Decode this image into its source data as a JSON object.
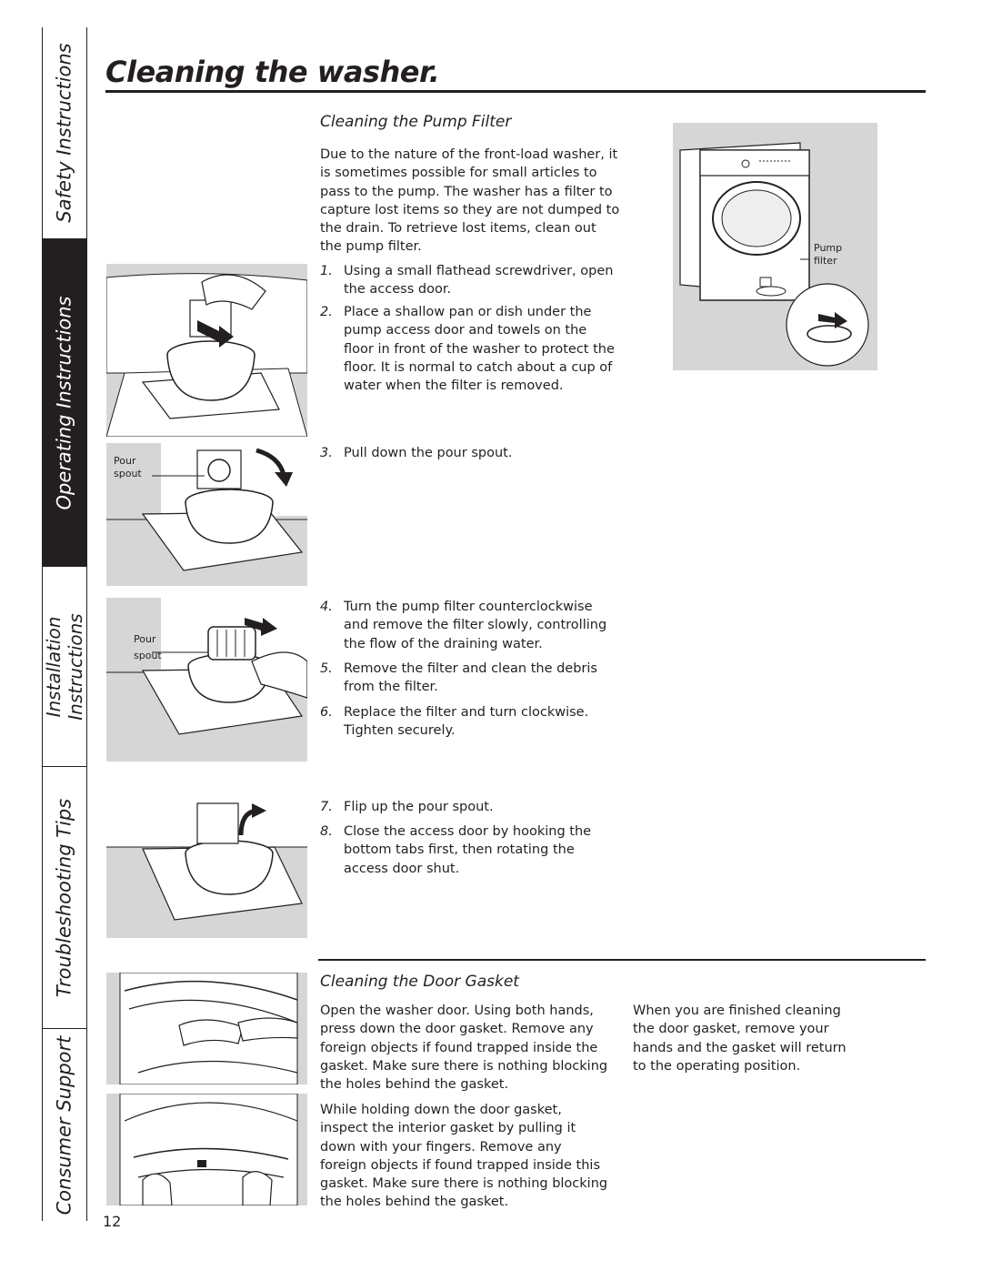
{
  "sidebar": {
    "tabs": [
      {
        "label": "Safety Instructions",
        "active": false
      },
      {
        "label": "Operating Instructions",
        "active": true
      },
      {
        "label": "Installation Instructions",
        "active": false
      },
      {
        "label": "Troubleshooting Tips",
        "active": false
      },
      {
        "label": "Consumer Support",
        "active": false
      }
    ]
  },
  "page": {
    "title": "Cleaning the washer.",
    "number": "12"
  },
  "pump_filter": {
    "heading": "Cleaning the Pump Filter",
    "intro": "Due to the nature of the front-load washer, it is sometimes possible for small articles to pass to the pump. The washer has a filter to capture lost items so they are not dumped to the drain. To retrieve lost items, clean out the pump filter.",
    "steps": [
      {
        "n": "1.",
        "text": "Using a small flathead screwdriver, open the access door."
      },
      {
        "n": "2.",
        "text": "Place a shallow pan or dish under the pump access door and towels on the floor in front of the washer to protect the floor. It is normal to catch about a cup of water when the filter is removed."
      },
      {
        "n": "3.",
        "text": "Pull down the pour spout."
      },
      {
        "n": "4.",
        "text": "Turn the pump filter counterclockwise and remove the filter slowly, controlling the flow of the draining water."
      },
      {
        "n": "5.",
        "text": "Remove the filter and clean the debris from the filter."
      },
      {
        "n": "6.",
        "text": "Replace the filter and turn clockwise. Tighten securely."
      },
      {
        "n": "7.",
        "text": "Flip up the pour spout."
      },
      {
        "n": "8.",
        "text": "Close the access door by hooking the bottom tabs first, then rotating the access door shut."
      }
    ],
    "labels": {
      "pour": "Pour",
      "spout": "spout",
      "pump": "Pump",
      "filter": "filter"
    }
  },
  "door_gasket": {
    "heading": "Cleaning the Door Gasket",
    "para1": "Open the washer door. Using both hands, press down the door gasket. Remove any foreign objects if found trapped inside the gasket. Make sure there is nothing blocking the holes behind the gasket.",
    "para2": "While holding down the door gasket, inspect the interior gasket by pulling it down with your fingers. Remove any foreign objects if found trapped inside this gasket. Make sure there is nothing blocking the holes behind the gasket.",
    "para3": "When you are finished cleaning the door gasket, remove your hands and the gasket will return to the operating position."
  },
  "colors": {
    "ink": "#231f20",
    "illustration_bg": "#d6d6d6"
  }
}
